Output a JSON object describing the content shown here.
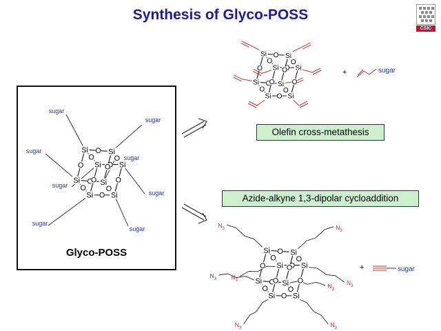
{
  "slide": {
    "title": "Synthesis of Glyco-POSS"
  },
  "logo": {
    "text": "CSIC"
  },
  "atoms": {
    "si": "Si",
    "o": "O",
    "sugar": "sugar",
    "n3": "N3"
  },
  "left_panel": {
    "product_label": "Glyco-POSS"
  },
  "routes": {
    "olefin": {
      "method_label": "Olefin cross-metathesis",
      "plus": "+",
      "reagent_label": "sugar"
    },
    "azide": {
      "method_label": "Azide-alkyne 1,3-dipolar cycloaddition",
      "plus": "+",
      "reagent_label": "sugar"
    }
  },
  "colors": {
    "title": "#1a1aa6",
    "sugar": "#2233bb",
    "vinyl": "#d42a2a",
    "method_box": "#ccefce",
    "logo": "#c8102e"
  }
}
